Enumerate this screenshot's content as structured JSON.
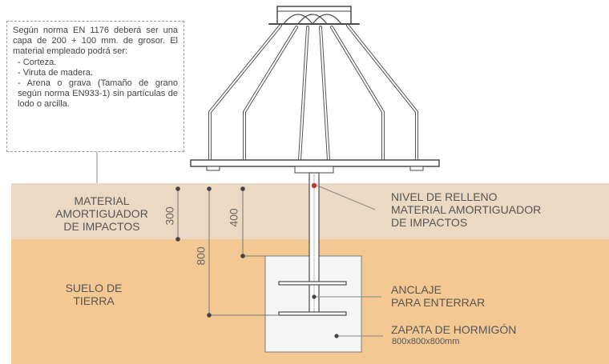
{
  "note": {
    "intro": "Según norma EN 1176 deberá ser una capa de 200 + 100 mm. de grosor. El material empleado podrá ser:",
    "items": [
      "- Corteza.",
      "- Viruta de madera.",
      "- Arena o grava (Tamaño de grano según norma EN933-1) sin partículas de lodo o arcilla."
    ]
  },
  "layers": {
    "impact": [
      "MATERIAL",
      "AMORTIGUADOR",
      "DE IMPACTOS"
    ],
    "soil": [
      "SUELO DE",
      "TIERRA"
    ]
  },
  "callouts": {
    "fill_level": [
      "NIVEL DE RELLENO",
      "MATERIAL AMORTIGUADOR",
      "DE IMPACTOS"
    ],
    "anchor": [
      "ANCLAJE",
      "PARA ENTERRAR"
    ],
    "footing": "ZAPATA DE HORMIGÓN",
    "footing_size": "800x800x800mm"
  },
  "dimensions": {
    "d300": "300",
    "d400": "400",
    "d800": "800"
  },
  "colors": {
    "impact_layer": "#ecd9c3",
    "soil_layer": "#f3c892",
    "structure": "#4a4a4a",
    "concrete": "#f5f5f5"
  }
}
